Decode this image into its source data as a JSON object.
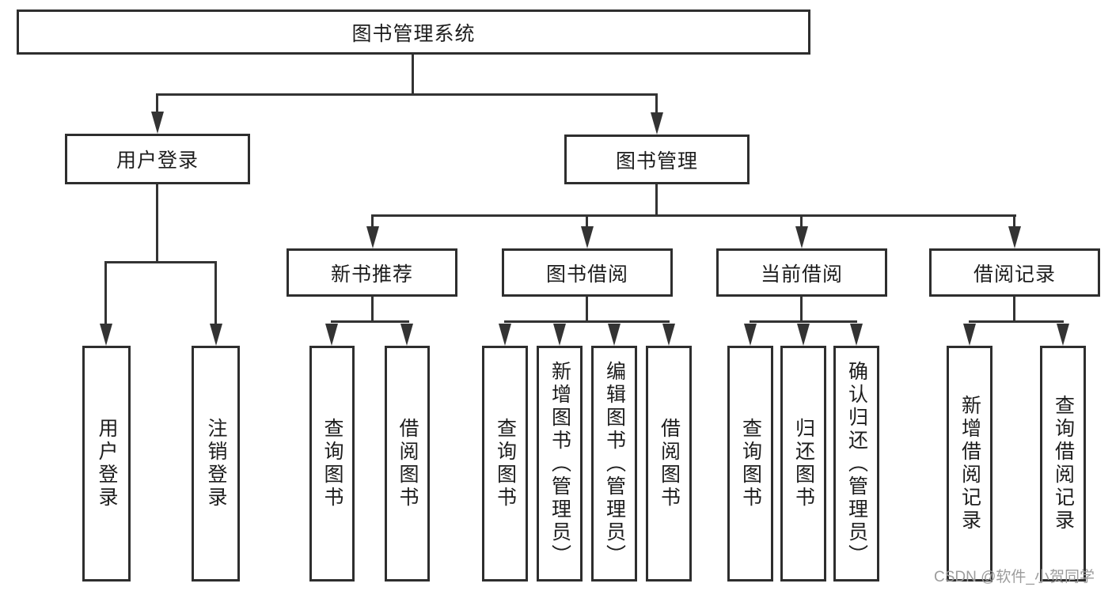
{
  "diagram": {
    "title": "图书管理系统",
    "branches": [
      {
        "label": "用户登录",
        "children": [
          {
            "label": "用户登录"
          },
          {
            "label": "注销登录"
          }
        ]
      },
      {
        "label": "图书管理",
        "children": [
          {
            "label": "新书推荐",
            "children": [
              {
                "label": "查询图书"
              },
              {
                "label": "借阅图书"
              }
            ]
          },
          {
            "label": "图书借阅",
            "children": [
              {
                "label": "查询图书"
              },
              {
                "label": "新增图书（管理员）"
              },
              {
                "label": "编辑图书（管理员）"
              },
              {
                "label": "借阅图书"
              }
            ]
          },
          {
            "label": "当前借阅",
            "children": [
              {
                "label": "查询图书"
              },
              {
                "label": "归还图书"
              },
              {
                "label": "确认归还（管理员）"
              }
            ]
          },
          {
            "label": "借阅记录",
            "children": [
              {
                "label": "新增借阅记录"
              },
              {
                "label": "查询借阅记录"
              }
            ]
          }
        ]
      }
    ]
  },
  "watermark": {
    "text": "CSDN @软件_小贺同学"
  },
  "colors": {
    "line": "#333333",
    "box_border": "#2e2e2e",
    "text": "#1d1d1d",
    "watermark": "#9c9c9c",
    "background": "#ffffff"
  }
}
